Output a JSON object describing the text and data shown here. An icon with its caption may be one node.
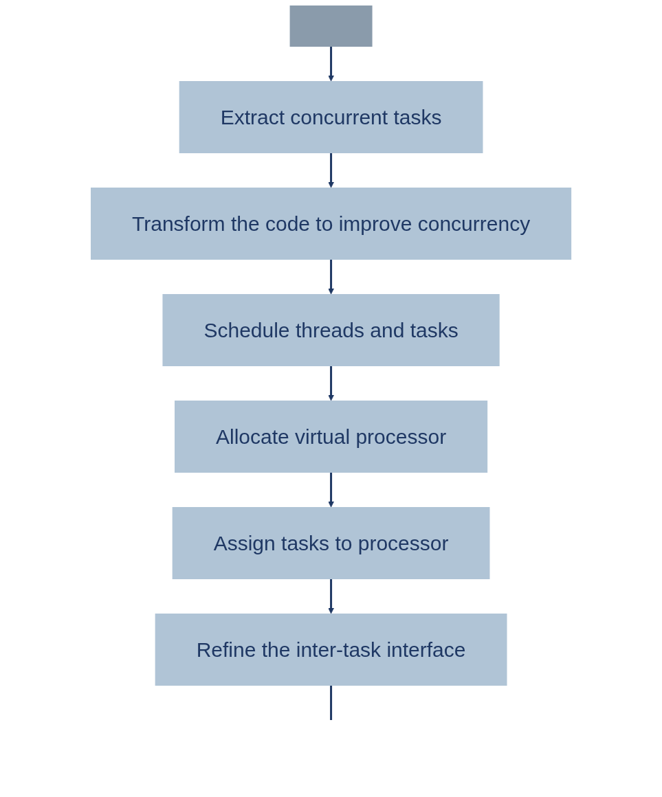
{
  "diagram": {
    "nodes": [
      {
        "text": [],
        "shape": "box"
      },
      {
        "text": [
          "Extract concurrent tasks"
        ]
      },
      {
        "text": [
          "Transform the code to improve concurrency"
        ]
      },
      {
        "text": [
          "Schedule threads and tasks"
        ]
      },
      {
        "text": [
          "Allocate virtual processor"
        ]
      },
      {
        "text": [
          "Assign tasks to processor"
        ]
      },
      {
        "text": [
          "Refine the inter-task interface"
        ]
      }
    ],
    "edges": [
      {
        "from": 0,
        "to": 1,
        "arrow": "to"
      },
      {
        "from": 1,
        "to": 2,
        "arrow": "to"
      },
      {
        "from": 2,
        "to": 3,
        "arrow": "to"
      },
      {
        "from": 3,
        "to": 4,
        "arrow": "to"
      },
      {
        "from": 4,
        "to": 5,
        "arrow": "to"
      },
      {
        "from": 5,
        "to": 6,
        "arrow": "to"
      },
      {
        "from": 6,
        "to": null,
        "arrow": "none"
      }
    ]
  }
}
